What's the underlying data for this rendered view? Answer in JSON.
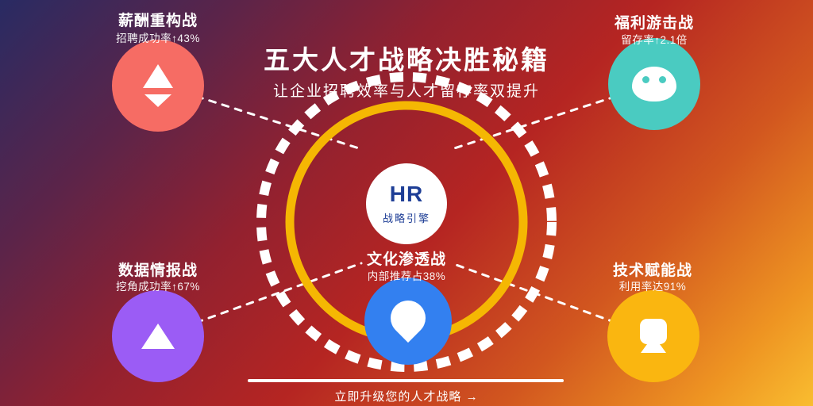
{
  "header": {
    "title": "五大人才战略决胜秘籍",
    "subtitle": "让企业招聘效率与人才留存率双提升"
  },
  "center_hub": {
    "label": "HR",
    "sublabel": "战略引擎",
    "text_color": "#1e3e96"
  },
  "rings": {
    "dashed_color": "#ffffff",
    "solid_color": "#f5b703",
    "connector_color": "#ffffff"
  },
  "satellites": [
    {
      "label": "薪酬重构战",
      "stat": "招聘成功率↑43%",
      "color": "#f66c64",
      "icon": "sort-arrows-icon"
    },
    {
      "label": "福利游击战",
      "stat": "留存率↑2.1倍",
      "color": "#4acbc1",
      "icon": "face-icon"
    },
    {
      "label": "数据情报战",
      "stat": "挖角成功率↑67%",
      "color": "#9b5cf5",
      "icon": "triangle-up-icon"
    },
    {
      "label": "文化渗透战",
      "stat": "内部推荐占38%",
      "color": "#3380f0",
      "icon": "location-pin-icon"
    },
    {
      "label": "技术赋能战",
      "stat": "利用率达91%",
      "color": "#fab610",
      "icon": "monitor-icon"
    }
  ],
  "cta": {
    "label": "立即升级您的人才战略 →"
  },
  "background": {
    "gradient_angle": "133deg",
    "gradient_stops": [
      "#292b63 0%",
      "#5c2449 20%",
      "#93212f 38%",
      "#b52522 55%",
      "#d2571f 74%",
      "#ee9422 90%",
      "#f9bd30 100%"
    ]
  }
}
